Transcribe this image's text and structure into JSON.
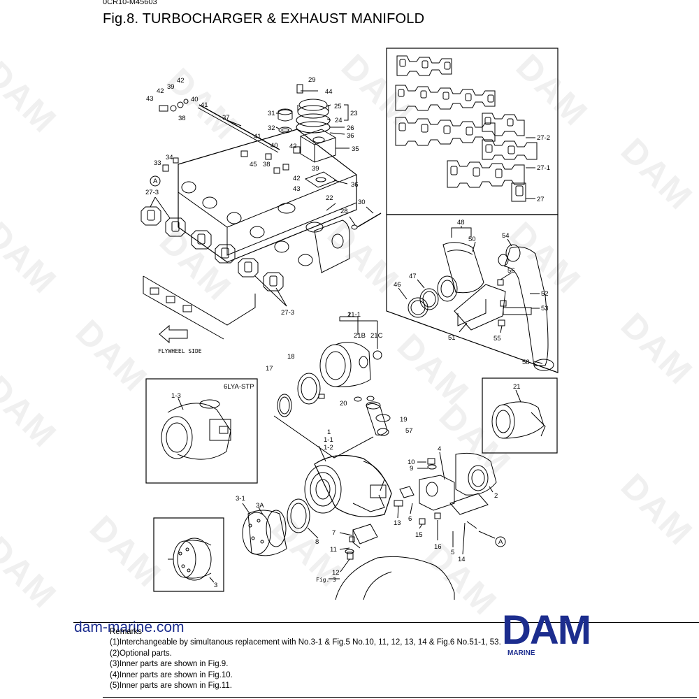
{
  "header": {
    "code": "0CR10-M45603",
    "title": "Fig.8.  TURBOCHARGER & EXHAUST MANIFOLD"
  },
  "watermark": "DAM",
  "callouts": {
    "p29": "29",
    "p44": "44",
    "p25": "25",
    "p24": "24",
    "p23": "23",
    "p26": "26",
    "p36a": "36",
    "p35": "35",
    "p31": "31",
    "p32": "32",
    "p42a": "42",
    "p39a": "39",
    "p40a": "40",
    "p43a": "43",
    "p41a": "41",
    "p38a": "38",
    "p37": "37",
    "p41b": "41",
    "p40b": "40",
    "p45": "45",
    "p42b": "42",
    "p38b": "38",
    "p39b": "39",
    "p42c": "42",
    "p43b": "43",
    "p36b": "36",
    "p34": "34",
    "p33": "33",
    "pA1": "A",
    "p27_3a": "27-3",
    "p22": "22",
    "p28": "28",
    "p30": "30",
    "p27_3b": "27-3",
    "p27_2": "27-2",
    "p27_1": "27-1",
    "p27": "27",
    "p48": "48",
    "p50": "50",
    "p54": "54",
    "p56": "56",
    "p47": "47",
    "p46": "46",
    "p52": "52",
    "p53": "53",
    "p51": "51",
    "p55": "55",
    "p58": "58",
    "p21_1": "21-1",
    "p21B": "21B",
    "p21C": "21C",
    "p18": "18",
    "p17": "17",
    "p20": "20",
    "p19": "19",
    "p57": "57",
    "p6lya": "6LYA-STP",
    "p1_3": "1-3",
    "p21": "21",
    "p1": "1",
    "p1_1": "1-1",
    "p1_2": "1-2",
    "p4": "4",
    "p10": "10",
    "p9": "9",
    "p2": "2",
    "p3_1": "3-1",
    "p3A": "3A",
    "p13": "13",
    "p6": "6",
    "p15": "15",
    "p16": "16",
    "p5": "5",
    "p14": "14",
    "pA2": "A",
    "p8": "8",
    "p7": "7",
    "p11": "11",
    "p12": "12",
    "p3": "3",
    "pfig3": "Fig. 3"
  },
  "flywheel_label": "FLYWHEEL SIDE",
  "site_link": "dam-marine.com",
  "remarks": {
    "title": "Remarks",
    "lines": [
      "(1)Interchangeable by simultanous replacement with No.3-1 & Fig.5 No.10, 11, 12, 13, 14 & Fig.6 No.51-1, 53.",
      "(2)Optional parts.",
      "(3)Inner parts are shown in Fig.9.",
      "(4)Inner parts are shown in Fig.10.",
      "(5)Inner parts are shown in Fig.11."
    ]
  },
  "logo": {
    "text": "DAM",
    "sub": "MARINE"
  },
  "colors": {
    "brand_blue": "#1c2d8e",
    "watermark": "#f0f0f0",
    "line": "#000000"
  }
}
